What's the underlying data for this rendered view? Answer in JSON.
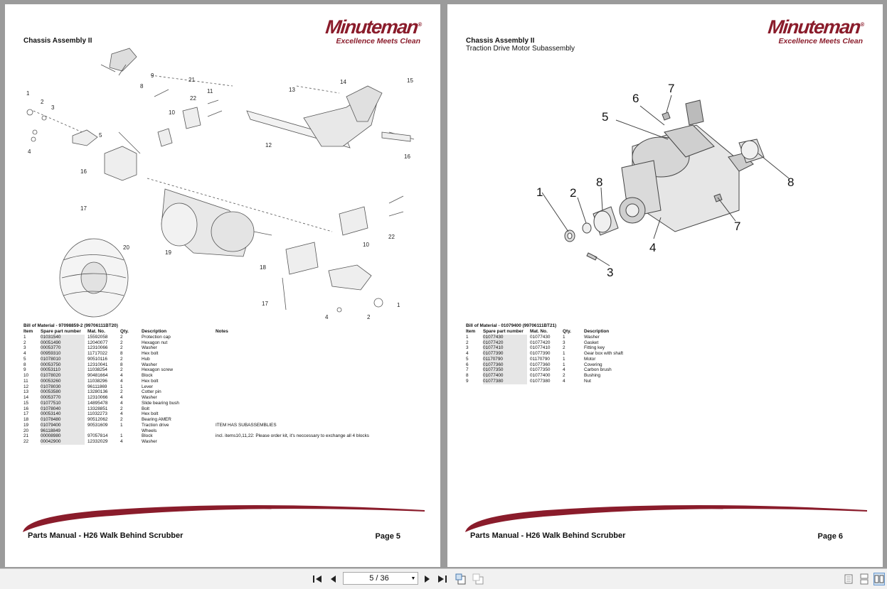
{
  "brand": {
    "name": "Minuteman",
    "registered": "®",
    "tagline": "Excellence Meets Clean",
    "color": "#8a1c2b"
  },
  "pages": [
    {
      "title": "Chassis Assembly II",
      "subtitle": "",
      "bom_title": "Bill of Material - 97098859-2 (99706111BT20)",
      "headers": {
        "item": "Item",
        "spn": "Spare part number",
        "mat": "Mat. No.",
        "qty": "Qty.",
        "desc": "Description",
        "notes": "Notes"
      },
      "rows": [
        {
          "item": "1",
          "spn": "01031540",
          "mat": "15592058",
          "qty": "2",
          "desc": "Protection cap",
          "notes": ""
        },
        {
          "item": "2",
          "spn": "00051490",
          "mat": "12040077",
          "qty": "2",
          "desc": "Hexagon nut",
          "notes": ""
        },
        {
          "item": "3",
          "spn": "00053770",
          "mat": "12310066",
          "qty": "2",
          "desc": "Washer",
          "notes": ""
        },
        {
          "item": "4",
          "spn": "00959310",
          "mat": "11717022",
          "qty": "8",
          "desc": "Hex bolt",
          "notes": ""
        },
        {
          "item": "5",
          "spn": "01078010",
          "mat": "90510116",
          "qty": "2",
          "desc": "Hub",
          "notes": ""
        },
        {
          "item": "8",
          "spn": "00053750",
          "mat": "12310041",
          "qty": "8",
          "desc": "Washer",
          "notes": ""
        },
        {
          "item": "9",
          "spn": "00053110",
          "mat": "11038254",
          "qty": "2",
          "desc": "Hexagon screw",
          "notes": ""
        },
        {
          "item": "10",
          "spn": "01078020",
          "mat": "90481664",
          "qty": "4",
          "desc": "Block",
          "notes": ""
        },
        {
          "item": "11",
          "spn": "00053260",
          "mat": "11038296",
          "qty": "4",
          "desc": "Hex bolt",
          "notes": ""
        },
        {
          "item": "12",
          "spn": "01078030",
          "mat": "96111869",
          "qty": "1",
          "desc": "Lever",
          "notes": ""
        },
        {
          "item": "13",
          "spn": "00053580",
          "mat": "13280136",
          "qty": "2",
          "desc": "Cotter pin",
          "notes": ""
        },
        {
          "item": "14",
          "spn": "00053770",
          "mat": "12310066",
          "qty": "4",
          "desc": "Washer",
          "notes": ""
        },
        {
          "item": "15",
          "spn": "01077510",
          "mat": "14895478",
          "qty": "4",
          "desc": "Slide bearing bush",
          "notes": ""
        },
        {
          "item": "16",
          "spn": "01078040",
          "mat": "13328851",
          "qty": "2",
          "desc": "Bolt",
          "notes": ""
        },
        {
          "item": "17",
          "spn": "00053140",
          "mat": "11032273",
          "qty": "4",
          "desc": "Hex bolt",
          "notes": ""
        },
        {
          "item": "18",
          "spn": "01078480",
          "mat": "90512062",
          "qty": "2",
          "desc": "Bearing AMER",
          "notes": ""
        },
        {
          "item": "19",
          "spn": "01079400",
          "mat": "90531609",
          "qty": "1",
          "desc": "Traction drive",
          "notes": "ITEM HAS SUBASSEMBLIES"
        },
        {
          "item": "20",
          "spn": "96118849",
          "mat": "",
          "qty": "",
          "desc": "Wheels",
          "notes": ""
        },
        {
          "item": "21",
          "spn": "00008980",
          "mat": "97057814",
          "qty": "1",
          "desc": "Block",
          "notes": "incl. items10,11,22: Please order kit, it's neccessary to exchange all 4 blocks"
        },
        {
          "item": "22",
          "spn": "00042900",
          "mat": "12332029",
          "qty": "4",
          "desc": "Washer",
          "notes": ""
        }
      ],
      "footer_title": "Parts Manual - H26 Walk Behind Scrubber",
      "footer_page": "Page 5",
      "diagram_labels": [
        "1",
        "2",
        "3",
        "4",
        "5",
        "8",
        "9",
        "10",
        "11",
        "12",
        "13",
        "14",
        "15",
        "16",
        "17",
        "18",
        "19",
        "20",
        "21",
        "22"
      ]
    },
    {
      "title": "Chassis Assembly II",
      "subtitle": "Traction Drive Motor Subassembly",
      "bom_title": "Bill of Material - 01079400 (99706111BT21)",
      "headers": {
        "item": "Item",
        "spn": "Spare part number",
        "mat": "Mat. No.",
        "qty": "Qty.",
        "desc": "Description",
        "notes": ""
      },
      "rows": [
        {
          "item": "1",
          "spn": "01077430",
          "mat": "01077430",
          "qty": "1",
          "desc": "Washer",
          "notes": ""
        },
        {
          "item": "2",
          "spn": "01077420",
          "mat": "01077420",
          "qty": "3",
          "desc": "Gasket",
          "notes": ""
        },
        {
          "item": "3",
          "spn": "01077410",
          "mat": "01077410",
          "qty": "2",
          "desc": "Fitting key",
          "notes": ""
        },
        {
          "item": "4",
          "spn": "01077390",
          "mat": "01077390",
          "qty": "1",
          "desc": "Gear box with shaft",
          "notes": ""
        },
        {
          "item": "5",
          "spn": "01170790",
          "mat": "01170790",
          "qty": "1",
          "desc": "Motor",
          "notes": ""
        },
        {
          "item": "6",
          "spn": "01077360",
          "mat": "01077360",
          "qty": "1",
          "desc": "Covering",
          "notes": ""
        },
        {
          "item": "7",
          "spn": "01077350",
          "mat": "01077350",
          "qty": "4",
          "desc": "Carbon brush",
          "notes": ""
        },
        {
          "item": "8",
          "spn": "01077400",
          "mat": "01077400",
          "qty": "2",
          "desc": "Bushing",
          "notes": ""
        },
        {
          "item": "9",
          "spn": "01077380",
          "mat": "01077380",
          "qty": "4",
          "desc": "Nut",
          "notes": ""
        }
      ],
      "footer_title": "Parts Manual - H26 Walk Behind Scrubber",
      "footer_page": "Page 6",
      "diagram_labels": [
        "1",
        "2",
        "3",
        "4",
        "5",
        "6",
        "7",
        "7",
        "8",
        "8"
      ]
    }
  ],
  "toolbar": {
    "first_icon": "first-page-icon",
    "prev_icon": "prev-page-icon",
    "page_value": "5 / 36",
    "next_icon": "next-page-icon",
    "last_icon": "last-page-icon",
    "right_icons": [
      "single-page-view-icon",
      "continuous-view-icon",
      "two-page-view-icon"
    ]
  }
}
